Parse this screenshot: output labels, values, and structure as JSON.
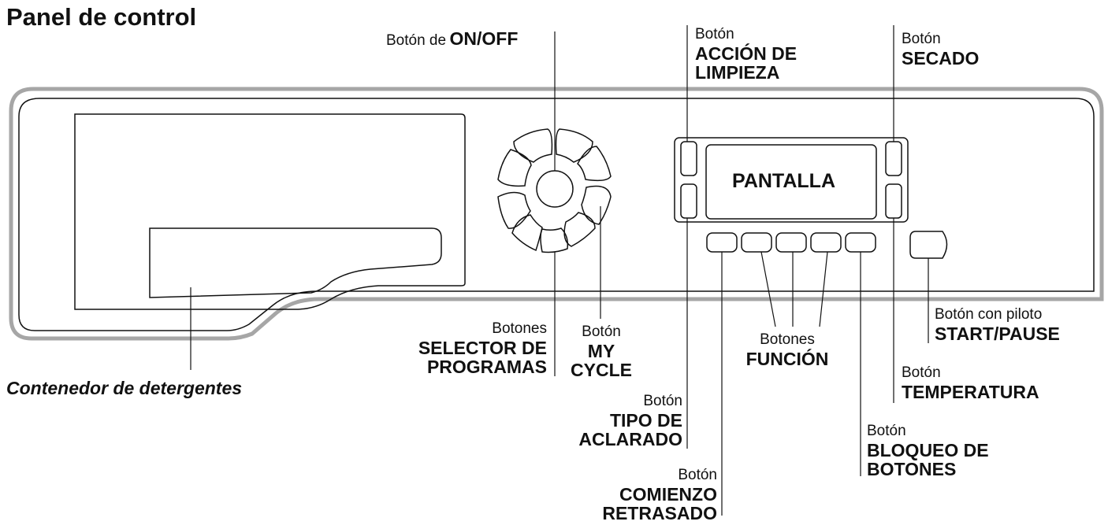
{
  "title": "Panel de control",
  "detergent_container": "Contenedor de detergentes",
  "display_text": "PANTALLA",
  "labels": {
    "on_off": {
      "prefix": "Botón de",
      "name": "ON/OFF"
    },
    "accion_limpieza": {
      "prefix": "Botón",
      "line1": "ACCIÓN DE",
      "line2": "LIMPIEZA"
    },
    "secado": {
      "prefix": "Botón",
      "line1": "SECADO"
    },
    "selector": {
      "prefix": "Botones",
      "line1": "SELECTOR DE",
      "line2": "PROGRAMAS"
    },
    "my_cycle": {
      "prefix": "Botón",
      "line1": "MY",
      "line2": "CYCLE"
    },
    "funcion": {
      "prefix": "Botones",
      "line1": "FUNCIÓN"
    },
    "start_pause": {
      "prefix": "Botón con piloto",
      "line1": "START/PAUSE"
    },
    "temperatura": {
      "prefix": "Botón",
      "line1": "TEMPERATURA"
    },
    "tipo_aclarado": {
      "prefix": "Botón",
      "line1": "TIPO DE",
      "line2": "ACLARADO"
    },
    "bloqueo": {
      "prefix": "Botón",
      "line1": "BLOQUEO DE",
      "line2": "BOTONES"
    },
    "comienzo": {
      "prefix": "Botón",
      "line1": "COMIENZO",
      "line2": "RETRASADO"
    }
  },
  "colors": {
    "panel_outline": "#a6a6a6",
    "line": "#111111"
  }
}
